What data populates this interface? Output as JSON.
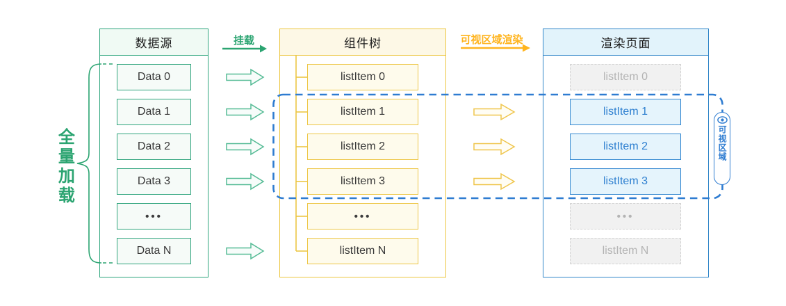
{
  "columns": {
    "data_source": {
      "title": "数据源",
      "items": [
        "Data 0",
        "Data 1",
        "Data 2",
        "Data 3",
        "•••",
        "Data N"
      ]
    },
    "component_tree": {
      "title": "组件树",
      "items": [
        "listItem 0",
        "listItem 1",
        "listItem 2",
        "listItem 3",
        "•••",
        "listItem N"
      ]
    },
    "render_page": {
      "title": "渲染页面",
      "items": [
        "listItem 0",
        "listItem 1",
        "listItem 2",
        "listItem 3",
        "•••",
        "listItem N"
      ]
    }
  },
  "labels": {
    "full_load": "全量加载",
    "mount": "挂载",
    "viewport_render": "可视区域渲染",
    "viewport": "可视区域"
  },
  "colors": {
    "green": "#2BA471",
    "yellow_border": "#ECC63F",
    "amber_label": "#FFB41E",
    "blue": "#2E7CD1",
    "blue_item_text": "#2F80D0",
    "gray_text": "#B4B4B4"
  }
}
